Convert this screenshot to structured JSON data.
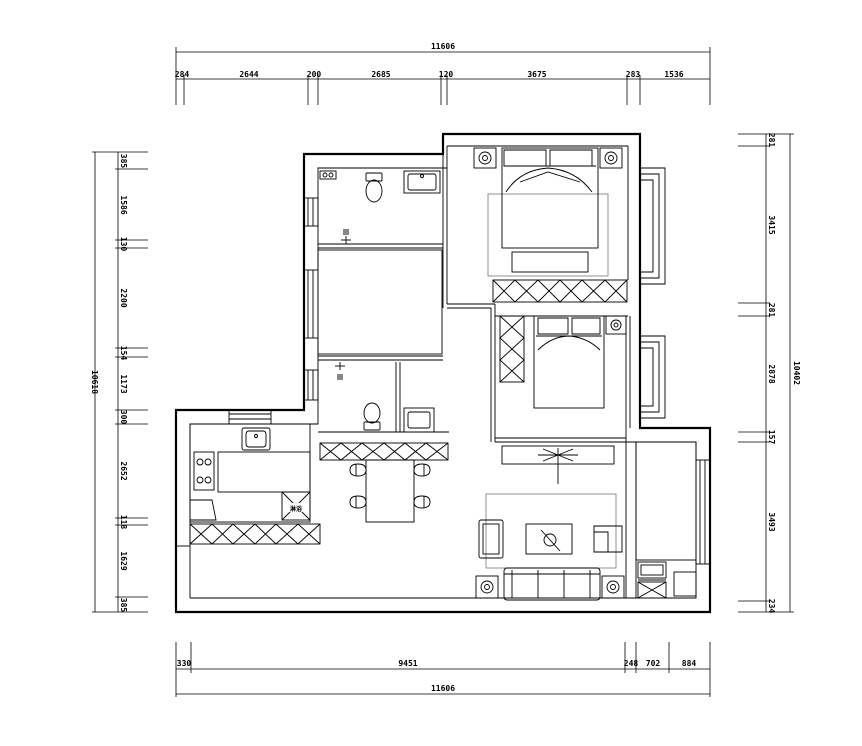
{
  "dimensions": {
    "top_total": "11606",
    "top_segments": [
      "284",
      "2644",
      "200",
      "2685",
      "120",
      "3675",
      "283",
      "1536"
    ],
    "bottom_segments": [
      "330",
      "9451",
      "248",
      "702",
      "884"
    ],
    "bottom_total": "11606",
    "left_total": "10618",
    "left_segments": [
      "385",
      "1586",
      "130",
      "2200",
      "154",
      "1173",
      "300",
      "2652",
      "118",
      "1629",
      "385"
    ],
    "right_total": "10402",
    "right_segments": [
      "281",
      "3415",
      "281",
      "2878",
      "157",
      "3493",
      "234"
    ]
  },
  "fixtures": {
    "shower_label": "淋浴"
  }
}
